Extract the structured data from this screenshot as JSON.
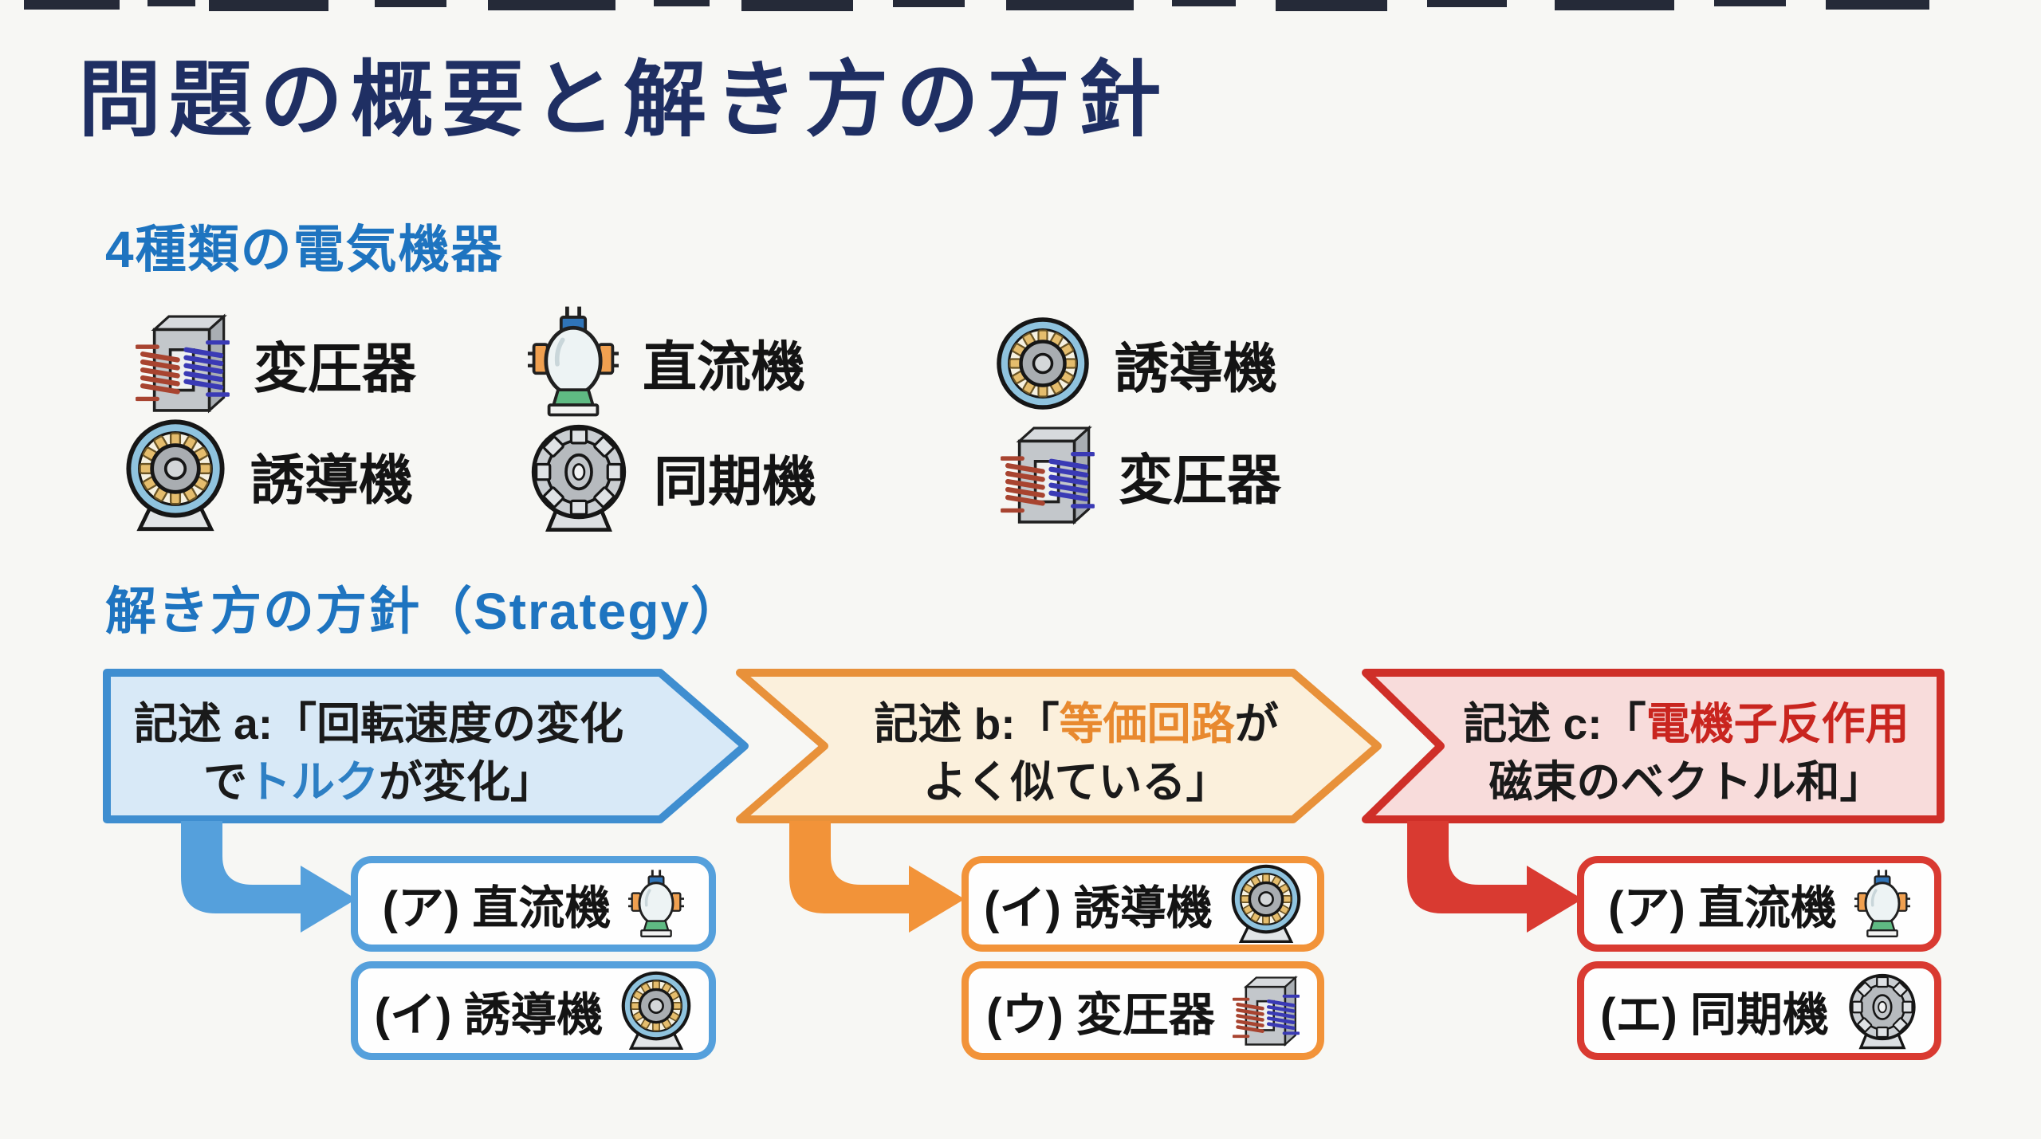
{
  "slide": {
    "title": "問題の概要と解き方の方針"
  },
  "machines": {
    "heading": "4種類の電気機器",
    "items": [
      {
        "label": "変圧器",
        "icon": "transformer-icon"
      },
      {
        "label": "直流機",
        "icon": "dc-machine-icon"
      },
      {
        "label": "誘導機",
        "icon": "induction-machine-icon"
      },
      {
        "label": "誘導機",
        "icon": "induction-machine-icon"
      },
      {
        "label": "同期機",
        "icon": "synchronous-machine-icon"
      },
      {
        "label": "変圧器",
        "icon": "transformer-icon"
      }
    ]
  },
  "strategy": {
    "heading": "解き方の方針（Strategy）",
    "branches": [
      {
        "id": "a",
        "border_color": "#3f8ed0",
        "fill_color": "#d8e9f7",
        "arrow_color": "#55a0dc",
        "line1": [
          {
            "text": "記述 a:「回転速度の変化"
          }
        ],
        "line2": [
          {
            "text": "で"
          },
          {
            "text": "トルク",
            "color": "#2d7fc4"
          },
          {
            "text": "が変化」"
          }
        ],
        "answers": [
          {
            "label": "(ア) 直流機",
            "icon": "dc-machine-icon"
          },
          {
            "label": "(イ) 誘導機",
            "icon": "induction-machine-icon"
          }
        ]
      },
      {
        "id": "b",
        "border_color": "#e8913a",
        "fill_color": "#fbf0dc",
        "arrow_color": "#f29339",
        "line1": [
          {
            "text": "記述 b:「"
          },
          {
            "text": "等価回路",
            "color": "#e8892f"
          },
          {
            "text": "が"
          }
        ],
        "line2": [
          {
            "text": "よく似ている」"
          }
        ],
        "answers": [
          {
            "label": "(イ) 誘導機",
            "icon": "induction-machine-icon"
          },
          {
            "label": "(ウ) 変圧器",
            "icon": "transformer-icon"
          }
        ]
      },
      {
        "id": "c",
        "border_color": "#cf2f28",
        "fill_color": "#f8dcdb",
        "arrow_color": "#d93a31",
        "line1": [
          {
            "text": "記述 c:「"
          },
          {
            "text": "電機子反作用",
            "color": "#c9251f"
          }
        ],
        "line2": [
          {
            "text": "磁束のベクトル和」"
          }
        ],
        "answers": [
          {
            "label": "(ア) 直流機",
            "icon": "dc-machine-icon"
          },
          {
            "label": "(エ) 同期機",
            "icon": "synchronous-machine-icon"
          }
        ]
      }
    ]
  }
}
